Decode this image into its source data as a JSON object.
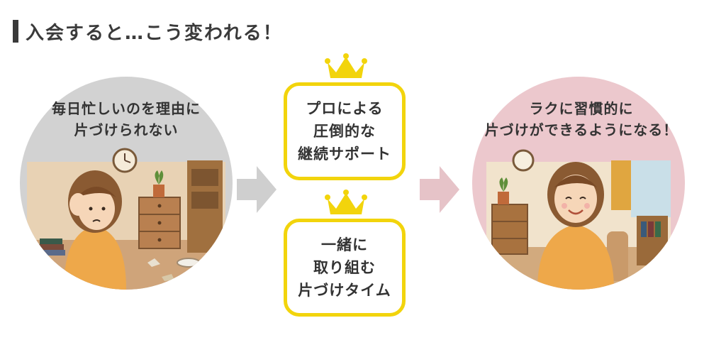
{
  "heading": {
    "text": "入会すると…こう変われる！"
  },
  "before": {
    "lines": [
      "毎日忙しいのを理由に",
      "片づけられない"
    ]
  },
  "after": {
    "lines": [
      "ラクに習慣的に",
      "片づけができるようになる！"
    ]
  },
  "benefits": [
    {
      "lines": [
        "プロによる",
        "圧倒的な",
        "継続サポート"
      ],
      "icon": "crown-icon"
    },
    {
      "lines": [
        "一緒に",
        "取り組む",
        "片づけタイム"
      ],
      "icon": "crown-icon"
    }
  ],
  "colors": {
    "heading_bar": "#3a3a3a",
    "before_circle": "#d2d2d2",
    "after_circle": "#ecc8cd",
    "box_border": "#f2d40c",
    "crown": "#f2d40c",
    "arrow_left": "#cfcfcf",
    "arrow_right": "#e6c3c8"
  }
}
